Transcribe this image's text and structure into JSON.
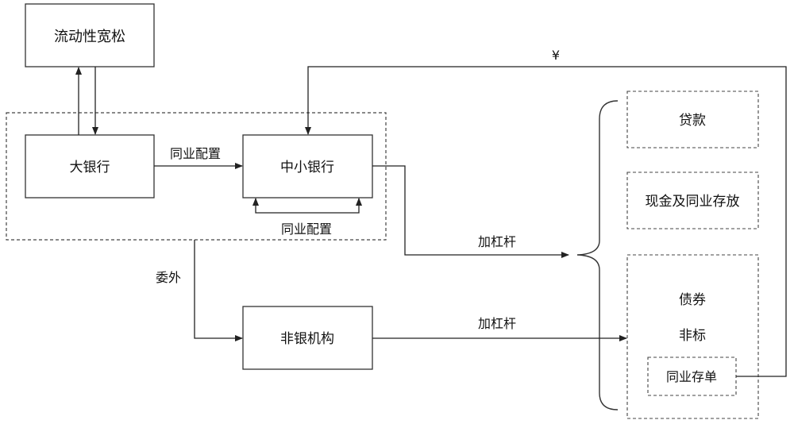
{
  "nodes": {
    "liquidity": "流动性宽松",
    "big_bank": "大银行",
    "small_bank": "中小银行",
    "non_bank": "非银机构"
  },
  "assets": {
    "loans": "贷款",
    "cash_deposits": "现金及同业存放",
    "bonds": "债券",
    "non_standard": "非标",
    "ncd": "同业存单"
  },
  "edges": {
    "interbank_alloc_top": "同业配置",
    "interbank_alloc_bottom": "同业配置",
    "outsourcing": "委外",
    "leverage_top": "加杠杆",
    "leverage_bottom": "加杠杆",
    "yuan_feedback": "¥"
  }
}
